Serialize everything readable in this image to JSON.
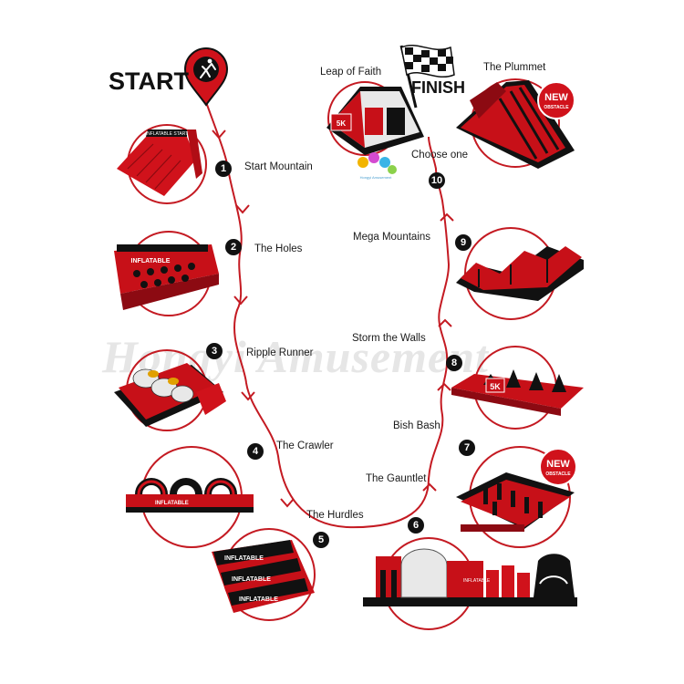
{
  "start_label": "START",
  "finish_label": "FINISH",
  "watermark": "Hongyi Amusement",
  "logo_text": "Hongyi Amusement",
  "new_badge": [
    "NEW",
    "OBSTACLE"
  ],
  "item_prints": {
    "start_mountain": "INFLATABLE START",
    "five_k": "5K",
    "inflatable": "INFLATABLE"
  },
  "obstacles": [
    {
      "number": "1",
      "label": "Start Mountain"
    },
    {
      "number": "2",
      "label": "The Holes"
    },
    {
      "number": "3",
      "label": "Ripple Runner"
    },
    {
      "number": "4",
      "label": "The Crawler"
    },
    {
      "number": "5",
      "label": "The Hurdles"
    },
    {
      "number": "6",
      "label": "The Gauntlet"
    },
    {
      "number": "7",
      "label": "Bish Bash"
    },
    {
      "number": "8",
      "label": "Storm the Walls"
    },
    {
      "number": "9",
      "label": "Mega Mountains"
    },
    {
      "number": "10",
      "label": "Choose one"
    }
  ],
  "finish_options": [
    {
      "label": "Leap of Faith"
    },
    {
      "label": "The Plummet"
    }
  ],
  "colors": {
    "accent": "#d0121b",
    "dark": "#111111",
    "path": "#c41a22"
  }
}
